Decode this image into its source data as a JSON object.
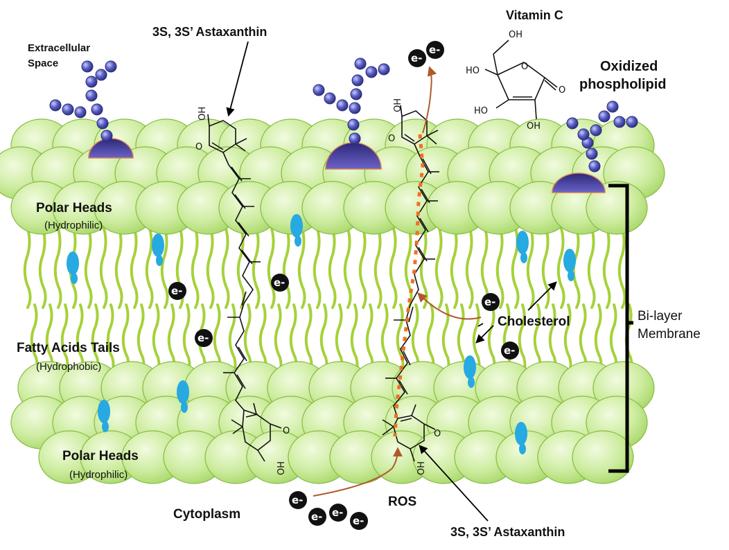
{
  "labels": {
    "extracellular_line1": "Extracellular",
    "extracellular_line2": "Space",
    "astaxanthin_top": "3S, 3S’ Astaxanthin",
    "astaxanthin_bottom": "3S, 3S’ Astaxanthin",
    "vitamin_c": "Vitamin C",
    "oxidized_line1": "Oxidized",
    "oxidized_line2": "phospholipid",
    "polar_heads_top": "Polar Heads",
    "hydrophilic_top": "(Hydrophilic)",
    "fatty_tails": "Fatty Acids Tails",
    "hydrophobic": "(Hydrophobic)",
    "polar_heads_bottom": "Polar Heads",
    "hydrophilic_bottom": "(Hydrophilic)",
    "cytoplasm": "Cytoplasm",
    "ros": "ROS",
    "cholesterol": "Cholesterol",
    "bilayer_line1": "Bi-layer",
    "bilayer_line2": "Membrane"
  },
  "atoms": {
    "ho": "HO",
    "oh": "OH",
    "o": "O",
    "electron": "e-"
  },
  "colors": {
    "head_fill": "#c9ea9a",
    "head_stroke": "#7fb43a",
    "tail": "#a6d13a",
    "glycan_core": "#3a3590",
    "glycan_bead": "#4c4fb0",
    "cholesterol": "#27a9e1",
    "electron": "#111111",
    "arrow_brown": "#b05a2c",
    "dotted_orange": "#f07020",
    "bracket": "#000000"
  }
}
